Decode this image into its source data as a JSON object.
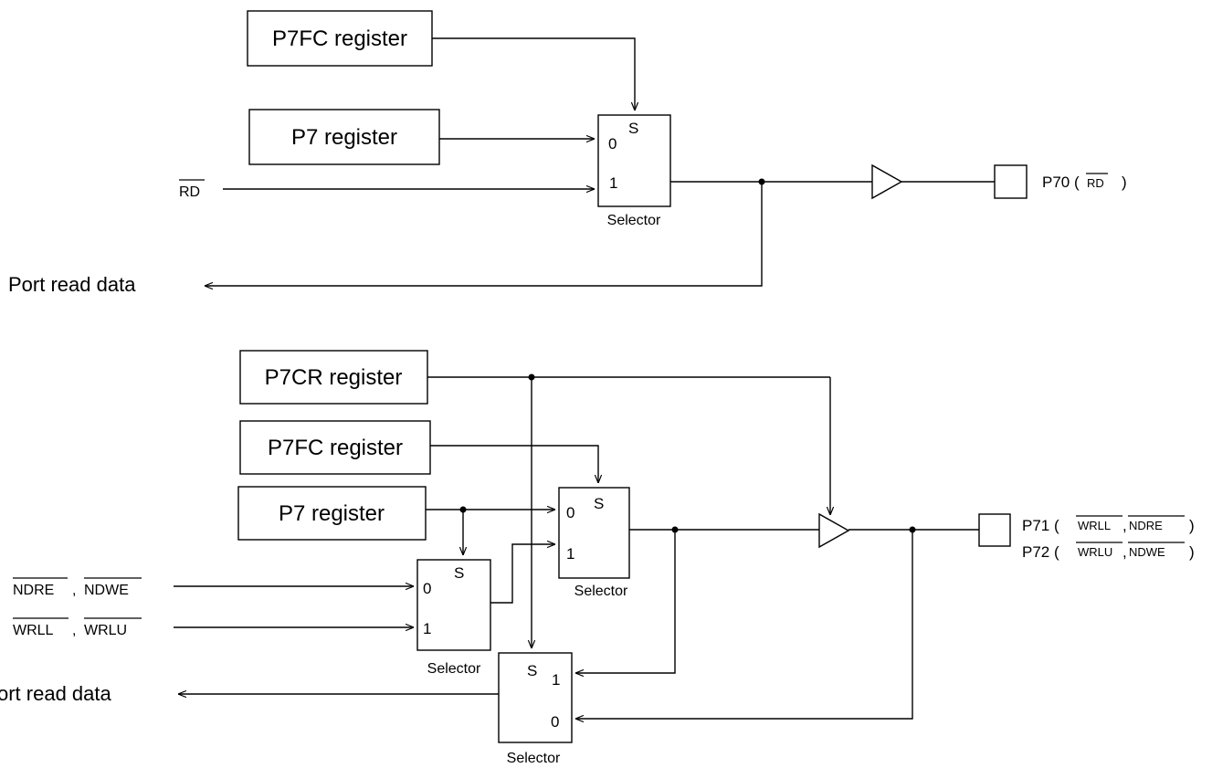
{
  "top": {
    "fc_register": "P7FC register",
    "p7_register": "P7 register",
    "rd_signal": "RD",
    "selector_label": "Selector",
    "sel_s": "S",
    "sel_in0": "0",
    "sel_in1": "1",
    "pin_prefix": "P70 (",
    "pin_signal": "RD",
    "pin_suffix": ")",
    "port_read": "Port read data"
  },
  "bottom": {
    "cr_register": "P7CR register",
    "fc_register": "P7FC register",
    "p7_register": "P7 register",
    "sig_ndre": "NDRE",
    "sig_ndwe": "NDWE",
    "sig_wrll": "WRLL",
    "sig_wrlu": "WRLU",
    "comma": ",",
    "selector_label": "Selector",
    "sel_s": "S",
    "sel_in0": "0",
    "sel_in1": "1",
    "pin1_prefix": "P71 (",
    "pin1_sig_a": "WRLL",
    "pin1_sig_b": "NDRE",
    "pin1_suffix": ")",
    "pin2_prefix": "P72 (",
    "pin2_sig_a": "WRLU",
    "pin2_sig_b": "NDWE",
    "pin2_suffix": ")",
    "port_read": "ort read data"
  }
}
